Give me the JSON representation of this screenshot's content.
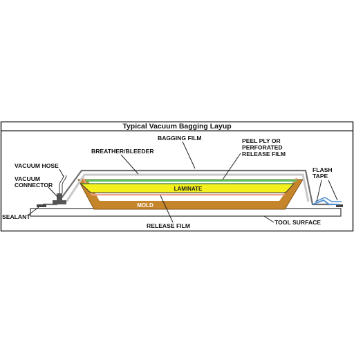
{
  "title": "Typical Vacuum Bagging Layup",
  "labels": {
    "bagging_film": "BAGGING FILM",
    "peel_ply_1": "PEEL PLY OR",
    "peel_ply_2": "PERFORATED",
    "peel_ply_3": "RELEASE FILM",
    "breather": "BREATHER/BLEEDER",
    "vacuum_hose": "VACUUM HOSE",
    "vacuum_connector_1": "VACUUM",
    "vacuum_connector_2": "CONNECTOR",
    "flash_tape_1": "FLASH",
    "flash_tape_2": "TAPE",
    "laminate": "LAMINATE",
    "mold": "MOLD",
    "sealant": "SEALANT",
    "release_film": "RELEASE FILM",
    "tool_surface": "TOOL SURFACE"
  },
  "colors": {
    "bagging_film": "#6f6f6f",
    "breather": "#c8c8c8",
    "peel_ply": "#5cc15c",
    "laminate_fill": "#f4f01e",
    "laminate_text": "#1c1c1c",
    "release_film": "#f0a08a",
    "mold_fill": "#c6852a",
    "mold_text": "#ffffff",
    "tool_surface": "#ffffff",
    "flash_tape": "#4f8fd0",
    "connector": "#555555"
  }
}
